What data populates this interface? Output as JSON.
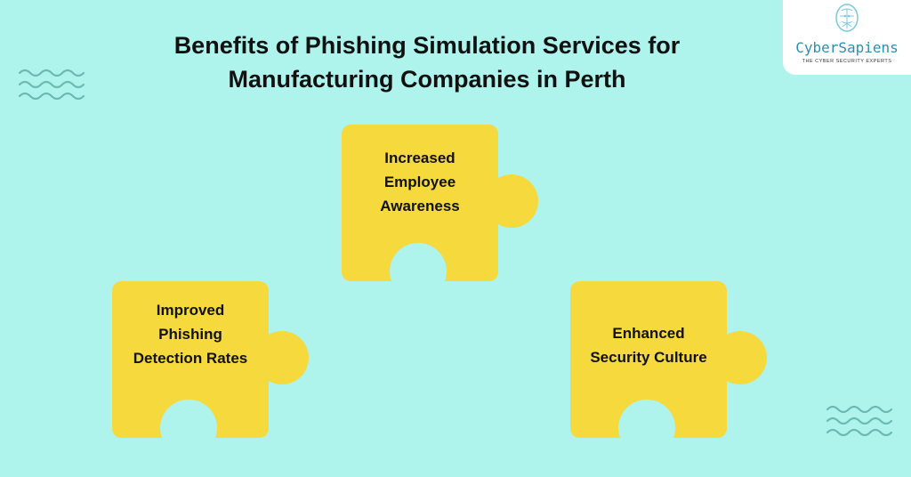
{
  "title": {
    "line1": "Benefits of Phishing Simulation Services for",
    "line2": "Manufacturing Companies in Perth"
  },
  "logo": {
    "icon": "brain-circuit-icon",
    "brand": "CyberSapiens",
    "tagline": "THE CYBER SECURITY EXPERTS"
  },
  "colors": {
    "background": "#aef3ec",
    "piece": "#f5d93d",
    "wave": "#6cb9b3",
    "brand": "#2d8fb0"
  },
  "pieces": [
    {
      "lines": [
        "Increased",
        "Employee",
        "Awareness"
      ]
    },
    {
      "lines": [
        "Improved",
        "Phishing",
        "Detection Rates"
      ]
    },
    {
      "lines": [
        "Enhanced",
        "Security Culture"
      ]
    }
  ]
}
